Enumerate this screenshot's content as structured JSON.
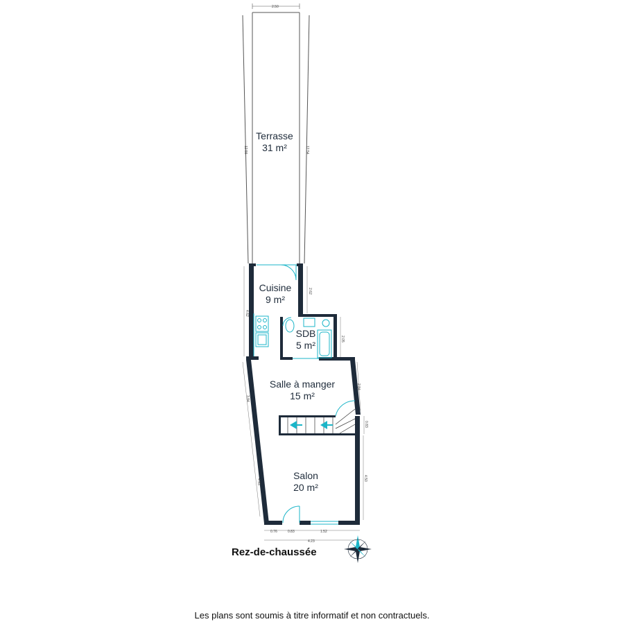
{
  "rooms": {
    "terrasse": {
      "name": "Terrasse",
      "area": "31 m²"
    },
    "cuisine": {
      "name": "Cuisine",
      "area": "9 m²"
    },
    "sdb": {
      "name": "SDB",
      "area": "5 m²"
    },
    "salle_a_manger": {
      "name": "Salle à manger",
      "area": "15 m²"
    },
    "salon": {
      "name": "Salon",
      "area": "20 m²"
    }
  },
  "dimensions": {
    "top_width": "2.50",
    "terrasse_left": "12.56",
    "terrasse_right": "12.54",
    "cuisine_left": "4.62",
    "cuisine_right": "2.62",
    "sdb_right": "2.05",
    "salle_left": "3.84",
    "salle_right": "2.84",
    "stair_right": "0.83",
    "salon_left": "4.53",
    "salon_right": "4.50",
    "bottom_left_seg": "0.76",
    "bottom_door_seg": "0.83",
    "bottom_window_seg": "1.52",
    "bottom_total": "4.23"
  },
  "floor_title": "Rez-de-chaussée",
  "disclaimer": "Les plans sont soumis à titre informatif et non contractuels.",
  "colors": {
    "wall": "#1e2b3a",
    "fixture": "#1bb5c8",
    "thin_line": "#555555"
  }
}
